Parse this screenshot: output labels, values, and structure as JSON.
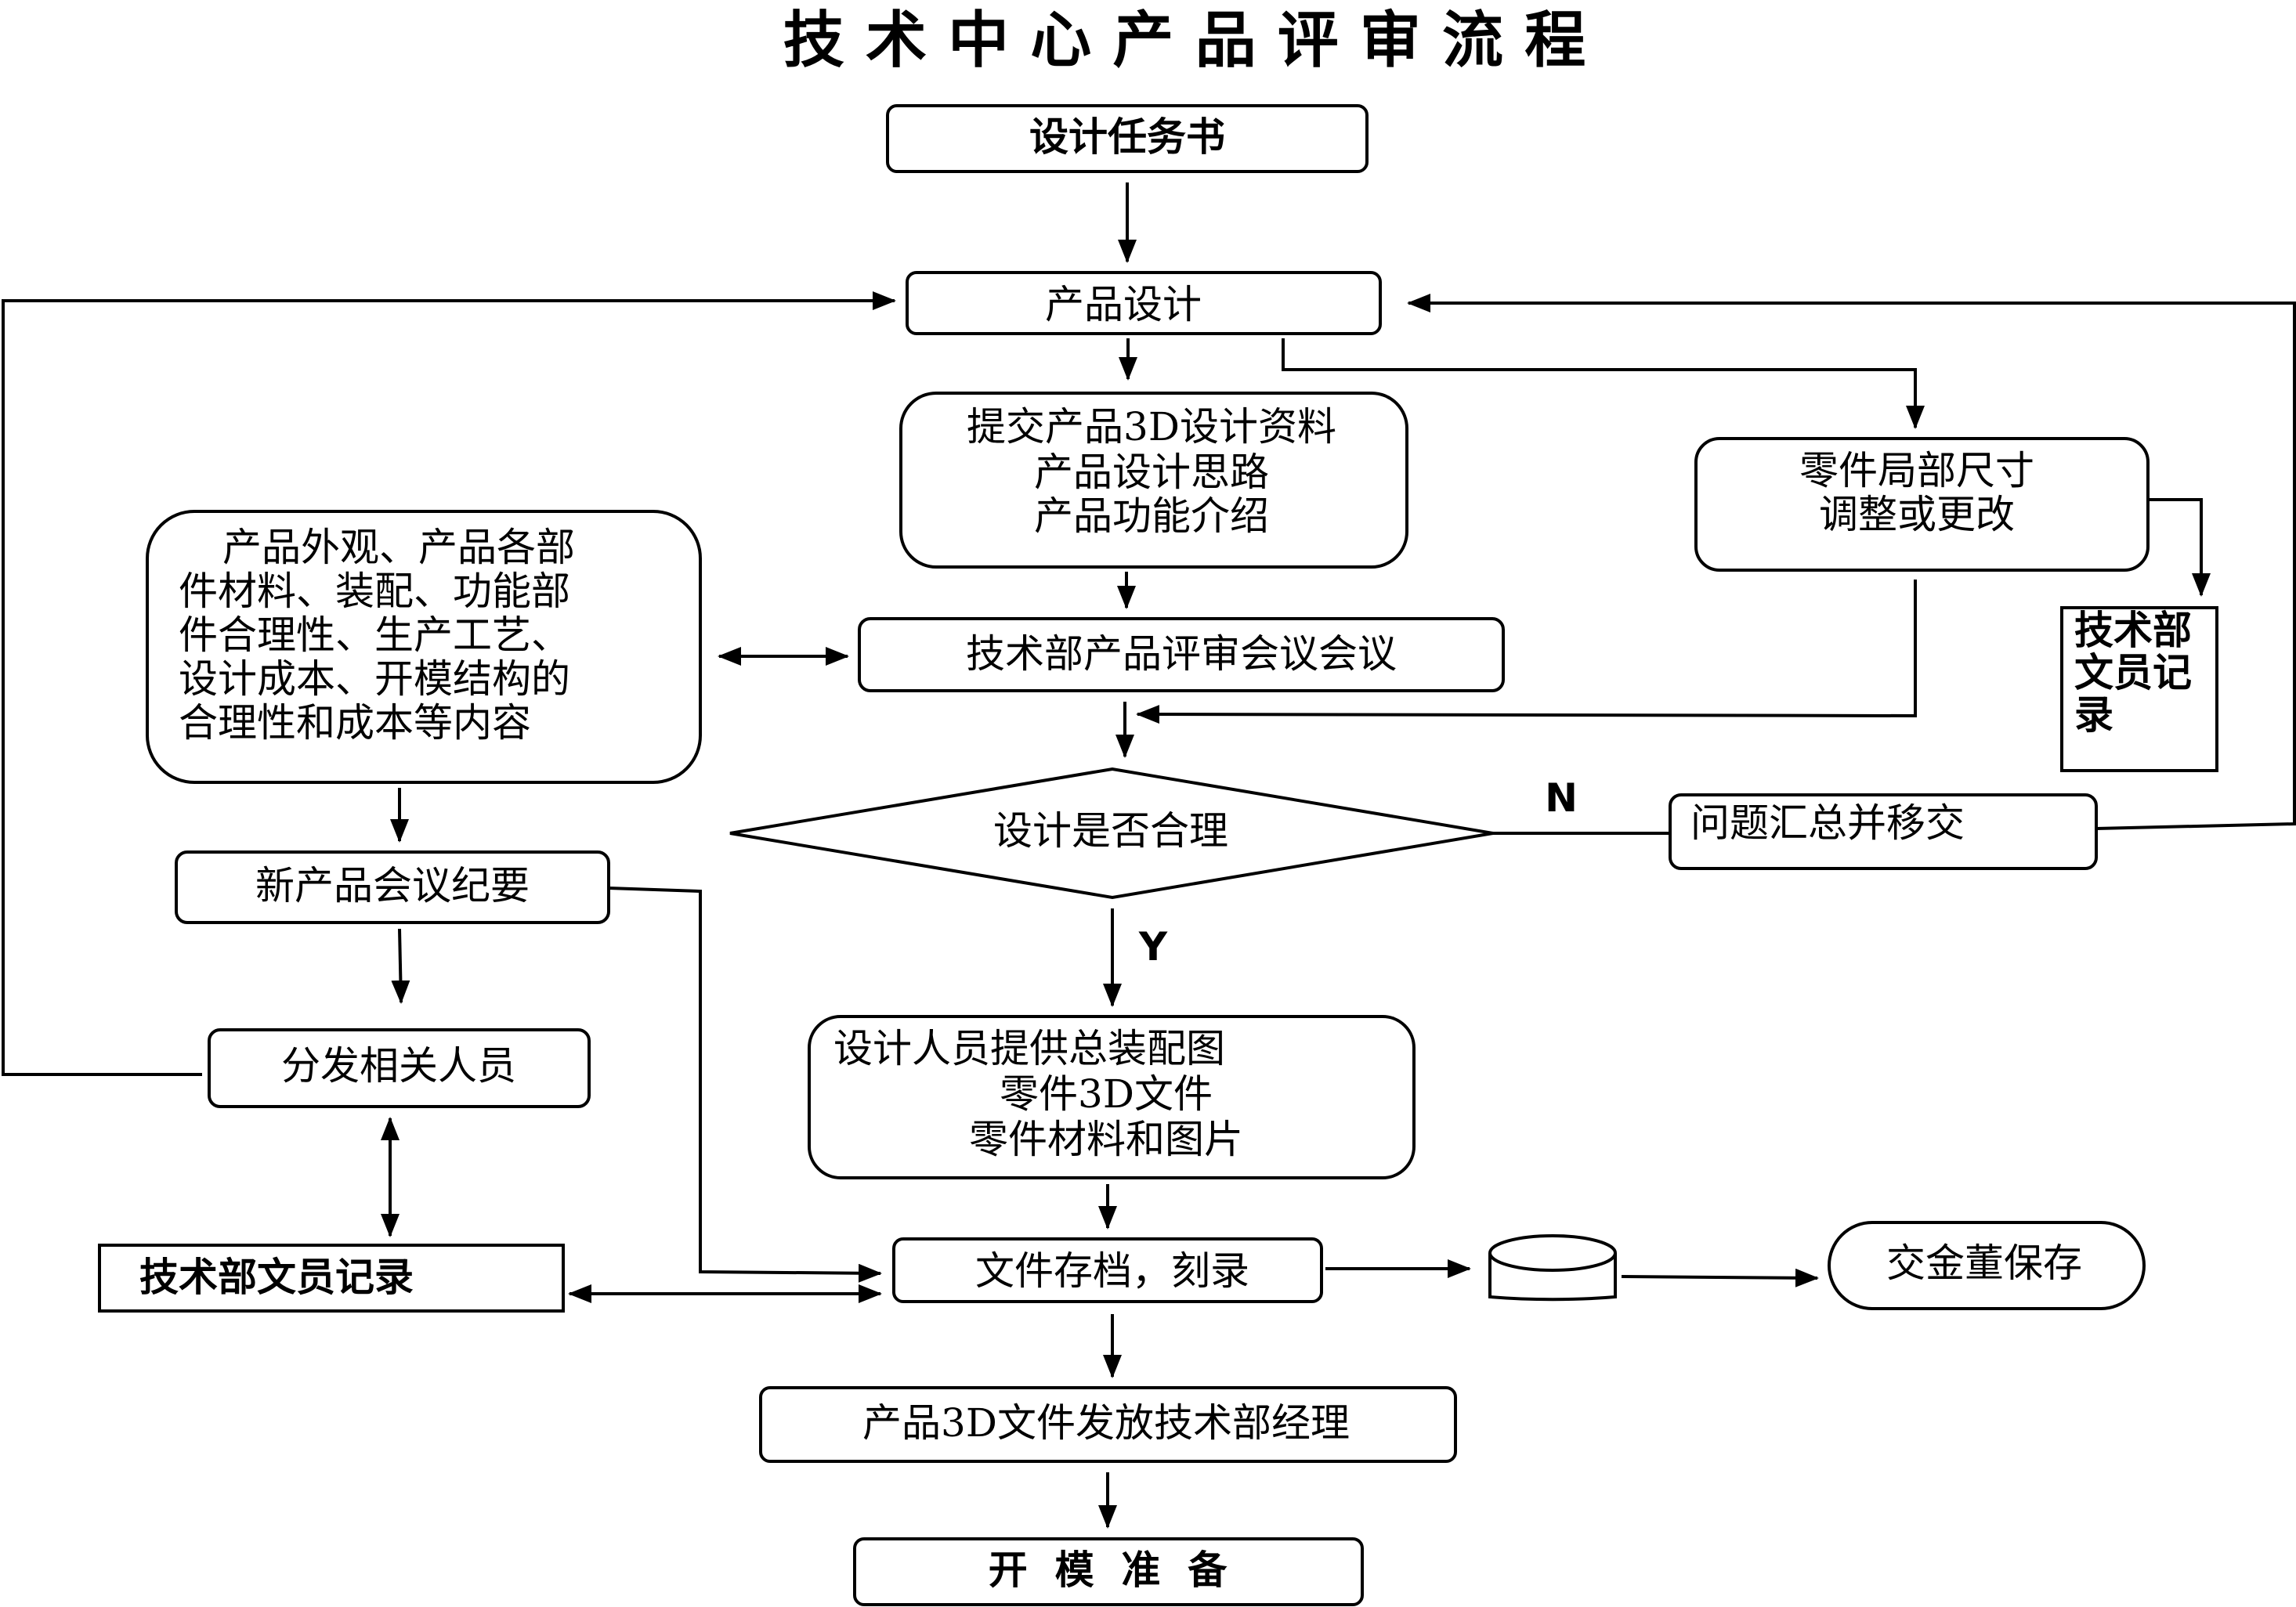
{
  "title": "技 术 中 心 产 品 评 审 流 程",
  "nodes": {
    "task_book": "设计任务书",
    "product_design": "产品设计",
    "submit_data": [
      "提交产品3D设计资料",
      "产品设计思路",
      "产品功能介绍"
    ],
    "part_adjust": [
      "零件局部尺寸",
      "调整或更改"
    ],
    "clerk_record_right": [
      "技术部",
      "文员记",
      "录"
    ],
    "review_content": [
      "产品外观、产品各部",
      "件材料、装配、功能部",
      "件合理性、生产工艺、",
      "设计成本、开模结构的",
      "合理性和成本等内容"
    ],
    "review_meeting": "技术部产品评审会议会议",
    "design_reasonable": "设计是否合理",
    "issue_summary": "问题汇总并移交",
    "meeting_minutes": "新产品会议纪要",
    "distribute": "分发相关人员",
    "designer_provide": [
      "设计人员提供总装配图",
      "零件3D文件",
      "零件材料和图片"
    ],
    "clerk_record_left": "技术部文员记录",
    "file_archive": "文件存档，刻录",
    "jiao_jin_dong": "交金董保存",
    "release_3d": "产品3D文件发放技术部经理",
    "mold_prep": "开  模  准  备"
  },
  "labels": {
    "no": "N",
    "yes": "Y"
  }
}
